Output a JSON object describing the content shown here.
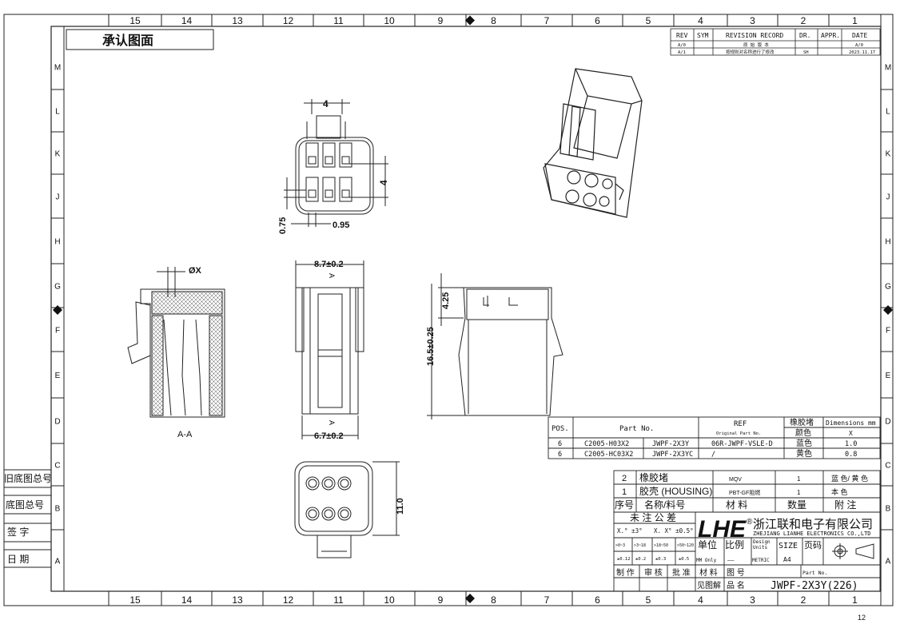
{
  "page": {
    "title": "承认图面",
    "page_number": "12"
  },
  "grid": {
    "columns": [
      "15",
      "14",
      "13",
      "12",
      "11",
      "10",
      "9",
      "8",
      "7",
      "6",
      "5",
      "4",
      "3",
      "2",
      "1"
    ],
    "rows": [
      "M",
      "L",
      "K",
      "J",
      "H",
      "G",
      "F",
      "E",
      "D",
      "C",
      "B",
      "A"
    ]
  },
  "side_labels": [
    "旧底图总号",
    "底图总号",
    "签 字",
    "日 期"
  ],
  "revision": {
    "headers": [
      "REV",
      "SYM",
      "REVISION RECORD",
      "DR.",
      "APPR.",
      "DATE"
    ],
    "rows": [
      {
        "rev": "A/0",
        "sym": "",
        "record": "原 始 版 本",
        "dr": "",
        "appr": "",
        "date": "A/0"
      },
      {
        "rev": "A/1",
        "sym": "",
        "record": "按规则对名称进行了修改",
        "dr": "SH",
        "appr": "",
        "date": "2023.11.17"
      }
    ]
  },
  "dims": {
    "top_pitch": "4",
    "side_pitch": "4",
    "dim_075": "0.75",
    "dim_095": "0.95",
    "phi": "ØX",
    "width_top": "8.7±0.2",
    "width_bottom": "6.7±0.2",
    "h425": "4.25",
    "h165": "16.5±0.25",
    "h110": "11.0",
    "section_label": "A-A",
    "mark_a": "A",
    "marks_4": "4"
  },
  "parts": {
    "headers": {
      "pos": "POS.",
      "partno": "Part No.",
      "ref": "REF",
      "ref_sub": "Original Part No.",
      "color": "橡胶堵",
      "color_sub": "颜色",
      "dim": "Dimensions mm",
      "dim_sub": "X"
    },
    "rows": [
      {
        "pos": "6",
        "p1": "C2005-H03X2",
        "p2": "JWPF-2X3Y",
        "ref": "06R-JWPF-VSLE-D",
        "color": "蓝色",
        "x": "1.0"
      },
      {
        "pos": "6",
        "p1": "C2005-HC03X2",
        "p2": "JWPF-2X3YC",
        "ref": "/",
        "color": "黄色",
        "x": "0.8"
      }
    ]
  },
  "bom": {
    "rows": [
      {
        "no": "2",
        "name": "橡胶堵",
        "mat": "MQV",
        "qty": "1",
        "note": "蓝 色/ 黄 色"
      },
      {
        "no": "1",
        "name": "胶壳 (HOUSING)",
        "mat": "PBT-GF阻燃",
        "qty": "1",
        "note": "本 色"
      }
    ],
    "headers": {
      "no": "序号",
      "name": "名称/料号",
      "mat": "材  料",
      "qty": "数量",
      "note": "附  注"
    }
  },
  "titleblock": {
    "tol_title": "未 注 公 差",
    "tol1": "X.° ±3°",
    "tol2": "X. X° ±0.5°",
    "ranges": [
      ">0~3",
      ">3~18",
      ">18~50",
      ">50~120"
    ],
    "tolvals": [
      "±0.12",
      "±0.2",
      "±0.3",
      "±0.5"
    ],
    "logo": "LHE",
    "reg": "®",
    "company_cn": "浙江联和电子有限公司",
    "company_en": "ZHEJIANG LIANHE ELECTRONICS CO.,LTD",
    "unit_label": "单位",
    "scale_label": "比例",
    "design_units": "Design\nUnits",
    "size_label": "SIZE",
    "page_label": "页码",
    "mm_only": "MM Only",
    "dash": "——",
    "metric": "METRIC",
    "size_val": "A4",
    "sign_roles": [
      "制 作",
      "审 核",
      "批 准",
      "材 料",
      "图 号"
    ],
    "part_no_label": "Part No.",
    "see_label": "见图解",
    "name_label": "品 名",
    "part_name": "JWPF-2X3Y(226)"
  }
}
